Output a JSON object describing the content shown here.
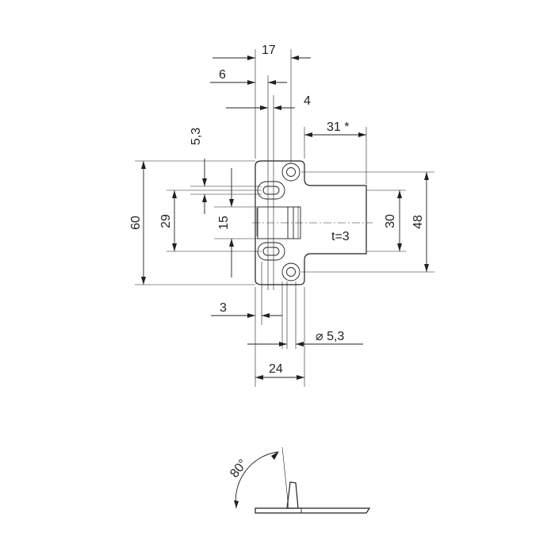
{
  "dimensions": {
    "width_17": "17",
    "width_6": "6",
    "width_4": "4",
    "width_31": "31 *",
    "height_5_3": "5,3",
    "height_60": "60",
    "height_29": "29",
    "height_15": "15",
    "height_30": "30",
    "height_48": "48",
    "thickness": "t=3",
    "width_3": "3",
    "hole_diameter": "⌀ 5,3",
    "width_24": "24",
    "angle": "80°"
  }
}
